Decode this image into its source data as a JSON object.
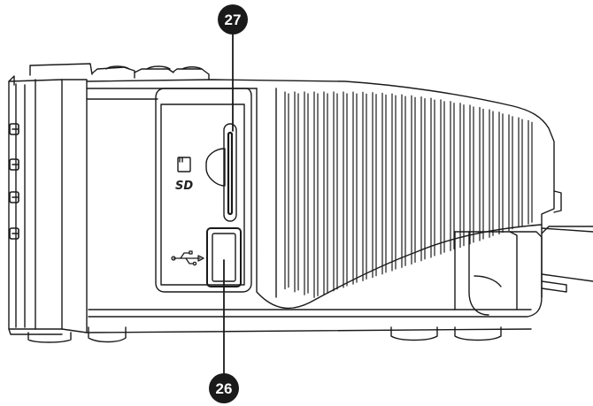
{
  "callouts": {
    "top": {
      "label": "27",
      "target": "sd-card-slot"
    },
    "bottom": {
      "label": "26",
      "target": "usb-port"
    }
  },
  "slot_labels": {
    "sd_logo": "SD"
  },
  "icons": {
    "card_icon": "sd-card-icon",
    "usb_icon": "usb-icon"
  },
  "colors": {
    "line": "#1a1a1a",
    "background": "#ffffff",
    "callout_fill": "#1a1a1a",
    "callout_text": "#ffffff"
  }
}
